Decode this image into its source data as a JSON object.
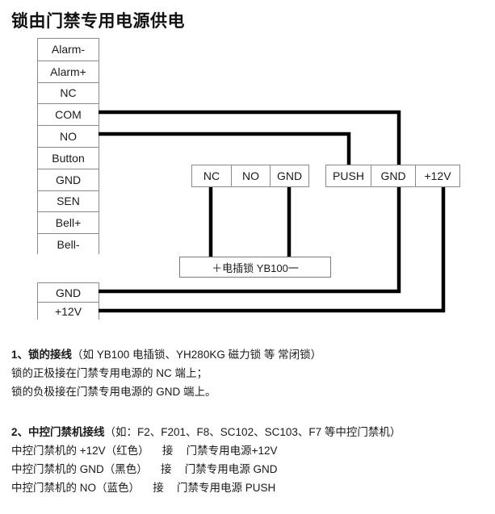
{
  "title": "锁由门禁专用电源供电",
  "main_terminal_strip": {
    "name": "access-controller-terminal-strip",
    "rows": [
      "Alarm-",
      "Alarm+",
      "NC",
      "COM",
      "NO",
      "Button",
      "GND",
      "SEN",
      "Bell+",
      "Bell-"
    ]
  },
  "power_terminal_block": {
    "name": "controller-power-terminal-block",
    "rows": [
      "GND",
      "+12V"
    ]
  },
  "lock_terminal_box": {
    "name": "lock-relay-terminal-box",
    "cells": [
      "NC",
      "NO",
      "GND"
    ]
  },
  "supply_terminal_box": {
    "name": "door-access-power-supply-terminal-box",
    "cells": [
      "PUSH",
      "GND",
      "+12V"
    ]
  },
  "lock_device_box": {
    "label": "＋电插锁 YB100一"
  },
  "notes": {
    "lock": {
      "heading": "1、锁的接线",
      "heading_paren": "（如 YB100 电插锁、YH280KG 磁力锁 等 常闭锁）",
      "lines": [
        "锁的正极接在门禁专用电源的 NC 端上；",
        "锁的负极接在门禁专用电源的 GND 端上。"
      ]
    },
    "controller": {
      "heading": "2、中控门禁机接线",
      "heading_paren": "（如：F2、F201、F8、SC102、SC103、F7 等中控门禁机）",
      "connections": [
        {
          "from": "中控门禁机的 +12V（红色）",
          "verb": "接",
          "to": "门禁专用电源+12V"
        },
        {
          "from": "中控门禁机的 GND（黑色）",
          "verb": "接",
          "to": "门禁专用电源 GND"
        },
        {
          "from": "中控门禁机的 NO（蓝色）",
          "verb": "接",
          "to": "门禁专用电源 PUSH"
        }
      ]
    }
  },
  "colors": {
    "wire": "#000000",
    "border": "#8a8a8a",
    "text": "#1a1a1a",
    "background": "#ffffff"
  }
}
